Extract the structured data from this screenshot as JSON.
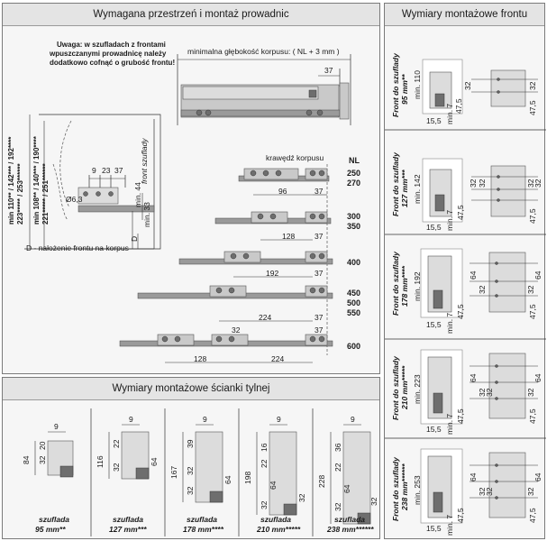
{
  "main_panel": {
    "title": "Wymagana przestrzeń i montaż prowadnic",
    "note_lines": [
      "Uwaga: w szufladach z frontami",
      "wpuszczanymi prowadnicę należy",
      "dodatkowo cofnąć o grubość frontu!"
    ],
    "min_depth_label": "minimalna głębokość korpusu: ( NL + 3 mm )",
    "dim_37_top": "37",
    "krawedz_label": "krawędź korpusu",
    "nl_header": "NL",
    "nl_values": [
      "250",
      "270",
      "300",
      "350",
      "400",
      "450",
      "500",
      "550",
      "600"
    ],
    "hole_dims": {
      "d96": "96",
      "d37a": "37",
      "d128a": "128",
      "d37b": "37",
      "d192": "192",
      "d37c": "37",
      "d224a": "224",
      "d37d": "37",
      "d32": "32",
      "d128b": "128",
      "d224b": "224",
      "d37e": "37"
    },
    "front_szuflady_label": "front szuflady",
    "hdims": {
      "nine": "9",
      "twentythree": "23",
      "thirtyseven": "37"
    },
    "phi_label": "Ø6,3",
    "min44": "min. 44",
    "min33": "min. 33",
    "d_letter": "D",
    "min_vertical_1": "min 110** / 142*** / 192****",
    "min_vertical_2": "223***** / 253******",
    "min_vertical_3": "min 108** / 140*** / 190****",
    "min_vertical_4": "221***** / 251******",
    "d_note": "D - nałożenie frontu na korpus"
  },
  "back_panel": {
    "title": "Wymiary montażowe ścianki tylnej",
    "items": [
      {
        "caption_1": "szuflada",
        "caption_2": "95 mm**",
        "dims": [
          "9",
          "84",
          "32",
          "20"
        ]
      },
      {
        "caption_1": "szuflada",
        "caption_2": "127 mm***",
        "dims": [
          "9",
          "116",
          "32",
          "22",
          "64"
        ]
      },
      {
        "caption_1": "szuflada",
        "caption_2": "178 mm****",
        "dims": [
          "9",
          "167",
          "32",
          "39",
          "32",
          "64"
        ]
      },
      {
        "caption_1": "szuflada",
        "caption_2": "210 mm*****",
        "dims": [
          "9",
          "198",
          "32",
          "16",
          "22",
          "64",
          "32"
        ]
      },
      {
        "caption_1": "szuflada",
        "caption_2": "238 mm******",
        "dims": [
          "9",
          "228",
          "32",
          "36",
          "22",
          "64",
          "32"
        ]
      }
    ]
  },
  "front_panel": {
    "title": "Wymiary montażowe frontu",
    "rows": [
      {
        "label_1": "Front do szuflady",
        "label_2": "95 mm**",
        "min": "min. 110",
        "dims": [
          "32",
          "47,5",
          "15,5",
          "min. 7"
        ],
        "right_dims": [
          "32",
          "47,5"
        ]
      },
      {
        "label_1": "Front do szuflady",
        "label_2": "127 mm***",
        "min": "min. 142",
        "dims": [
          "32",
          "32",
          "47,5",
          "15,5",
          "min. 7"
        ],
        "right_dims": [
          "32",
          "32",
          "47,5"
        ]
      },
      {
        "label_1": "Front do szuflady",
        "label_2": "178 mm****",
        "min": "min. 192",
        "dims": [
          "64",
          "32",
          "47,5",
          "15,5",
          "min. 7"
        ],
        "right_dims": [
          "64",
          "32",
          "47,5"
        ]
      },
      {
        "label_1": "Front do szuflady",
        "label_2": "210 mm*****",
        "min": "min. 223",
        "dims": [
          "64",
          "32",
          "32",
          "47,5",
          "15,5",
          "min. 7"
        ],
        "right_dims": [
          "64",
          "32",
          "47,5"
        ]
      },
      {
        "label_1": "Front do szuflady",
        "label_2": "238 mm******",
        "min": "min. 253",
        "dims": [
          "64",
          "32",
          "32",
          "47,5",
          "15,5",
          "min. 7"
        ],
        "right_dims": [
          "64",
          "32",
          "47,5"
        ]
      }
    ]
  }
}
